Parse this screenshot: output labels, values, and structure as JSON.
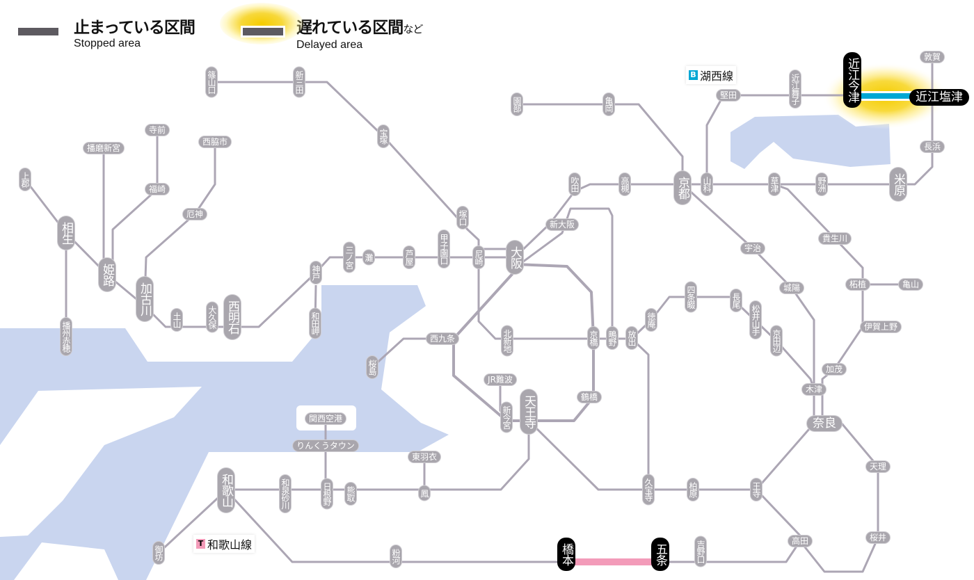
{
  "legend": {
    "stopped": {
      "label_ja": "止まっている区間",
      "label_en": "Stopped area",
      "color": "#5d5a60"
    },
    "delayed": {
      "label_ja": "遅れている区間",
      "label_suffix": "など",
      "label_en": "Delayed area",
      "glow_color": "#f5cc00"
    }
  },
  "line_labels": {
    "kosei": {
      "badge": "B",
      "name": "湖西線",
      "color": "#00a7d4"
    },
    "wakayama": {
      "badge": "T",
      "name": "和歌山線",
      "color": "#f39bb9"
    }
  },
  "colors": {
    "track": "#aca6b4",
    "water": "#c9d5ef",
    "station": "#a9a6ad",
    "highlight_station": "#000000"
  },
  "stations": [
    {
      "name": "篠山口"
    },
    {
      "name": "新三田"
    },
    {
      "name": "宝塚"
    },
    {
      "name": "寺前"
    },
    {
      "name": "播磨新宮"
    },
    {
      "name": "西脇市"
    },
    {
      "name": "上郡"
    },
    {
      "name": "福崎"
    },
    {
      "name": "厄神"
    },
    {
      "name": "相生"
    },
    {
      "name": "姫路"
    },
    {
      "name": "加古川"
    },
    {
      "name": "土山"
    },
    {
      "name": "大久保"
    },
    {
      "name": "西明石"
    },
    {
      "name": "神戸"
    },
    {
      "name": "和田岬"
    },
    {
      "name": "播州赤穂"
    },
    {
      "name": "三ノ宮"
    },
    {
      "name": "灘"
    },
    {
      "name": "芦屋"
    },
    {
      "name": "甲子園口"
    },
    {
      "name": "尼崎"
    },
    {
      "name": "塚口"
    },
    {
      "name": "大阪"
    },
    {
      "name": "新大阪"
    },
    {
      "name": "吹田"
    },
    {
      "name": "高槻"
    },
    {
      "name": "京都"
    },
    {
      "name": "園部"
    },
    {
      "name": "亀岡"
    },
    {
      "name": "山科"
    },
    {
      "name": "堅田"
    },
    {
      "name": "近江舞子"
    },
    {
      "name": "近江今津",
      "status": "delayed"
    },
    {
      "name": "近江塩津",
      "status": "delayed"
    },
    {
      "name": "敦賀"
    },
    {
      "name": "長浜"
    },
    {
      "name": "米原"
    },
    {
      "name": "草津"
    },
    {
      "name": "野洲"
    },
    {
      "name": "貴生川"
    },
    {
      "name": "宇治"
    },
    {
      "name": "城陽"
    },
    {
      "name": "柘植"
    },
    {
      "name": "亀山"
    },
    {
      "name": "伊賀上野"
    },
    {
      "name": "加茂"
    },
    {
      "name": "木津"
    },
    {
      "name": "奈良"
    },
    {
      "name": "天理"
    },
    {
      "name": "桜井"
    },
    {
      "name": "高田"
    },
    {
      "name": "王寺"
    },
    {
      "name": "柏原"
    },
    {
      "name": "久宝寺"
    },
    {
      "name": "吉野口"
    },
    {
      "name": "五条",
      "status": "stopped"
    },
    {
      "name": "橋本",
      "status": "stopped"
    },
    {
      "name": "粉河"
    },
    {
      "name": "御坊"
    },
    {
      "name": "和歌山"
    },
    {
      "name": "和泉砂川"
    },
    {
      "name": "日根野"
    },
    {
      "name": "熊取"
    },
    {
      "name": "鳳"
    },
    {
      "name": "東羽衣"
    },
    {
      "name": "りんくうタウン"
    },
    {
      "name": "関西空港"
    },
    {
      "name": "天王寺"
    },
    {
      "name": "新今宮"
    },
    {
      "name": "JR難波"
    },
    {
      "name": "鶴橋"
    },
    {
      "name": "京橋"
    },
    {
      "name": "鴫野"
    },
    {
      "name": "放出"
    },
    {
      "name": "徳庵"
    },
    {
      "name": "四条畷"
    },
    {
      "name": "長尾"
    },
    {
      "name": "松井山手"
    },
    {
      "name": "京田辺"
    },
    {
      "name": "北新地"
    },
    {
      "name": "西九条"
    },
    {
      "name": "桜島"
    }
  ]
}
